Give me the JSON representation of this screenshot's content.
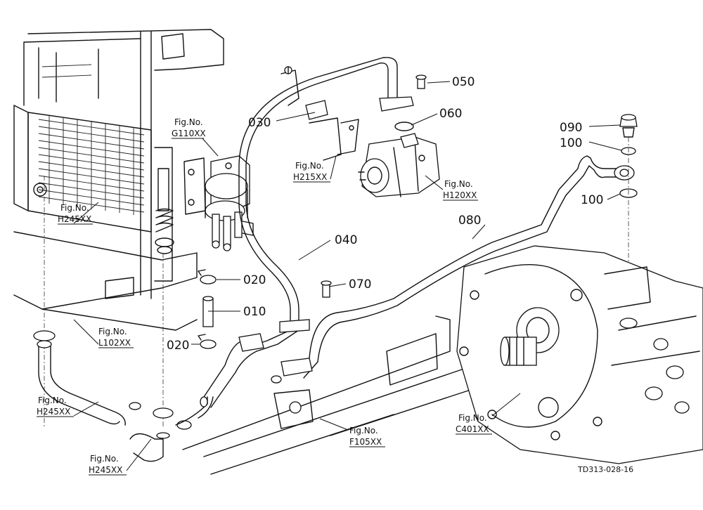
{
  "part_labels": {
    "p010": "010",
    "p020a": "020",
    "p020b": "020",
    "p030": "030",
    "p040": "040",
    "p050": "050",
    "p060": "060",
    "p070": "070",
    "p080": "080",
    "p090": "090",
    "p100a": "100",
    "p100b": "100"
  },
  "fig_refs": {
    "g110": {
      "title": "Fig.No.",
      "code": "G110XX"
    },
    "h215": {
      "title": "Fig.No.",
      "code": "H215XX"
    },
    "h120": {
      "title": "Fig.No.",
      "code": "H120XX"
    },
    "h245a": {
      "title": "Fig.No.",
      "code": "H245XX"
    },
    "l102": {
      "title": "Fig.No.",
      "code": "L102XX"
    },
    "h245b": {
      "title": "Fig.No.",
      "code": "H245XX"
    },
    "h245c": {
      "title": "Fig.No.",
      "code": "H245XX"
    },
    "f105": {
      "title": "Fig.No.",
      "code": "F105XX"
    },
    "c401": {
      "title": "Fig.No.",
      "code": "C401XX"
    }
  },
  "drawing_id": "TD313-028-16"
}
